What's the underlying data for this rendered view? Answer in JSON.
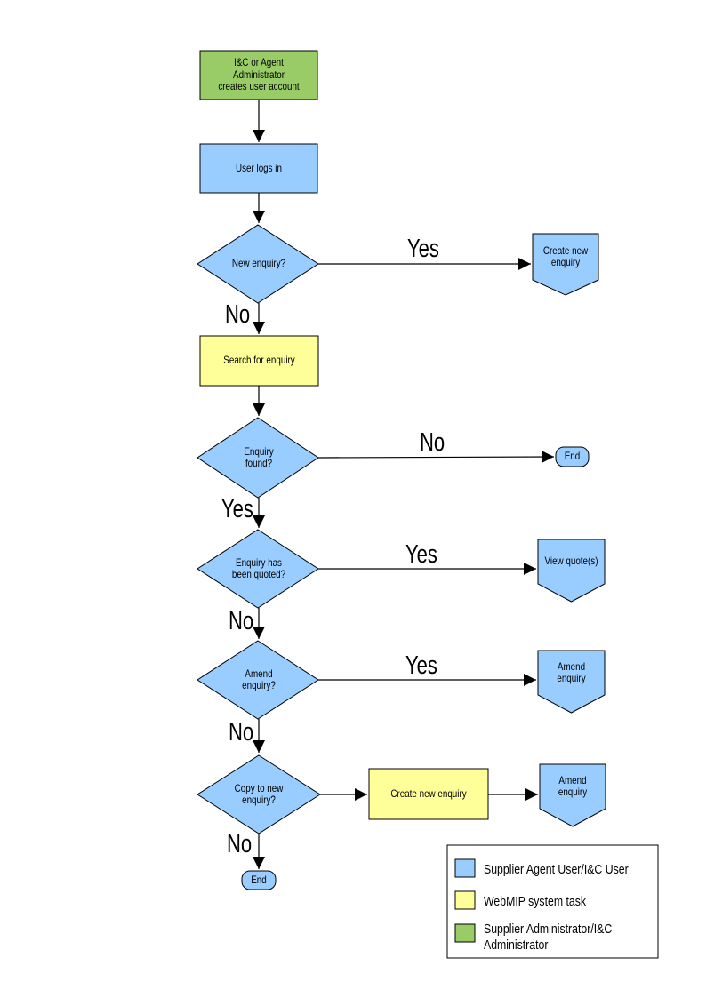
{
  "colors": {
    "user_task": "#99CCFF",
    "system_task": "#FFFF99",
    "admin_task": "#99CC66",
    "shape_border": "#000000",
    "legend_bg": "#FFFFFF"
  },
  "nodes": {
    "admin_creates_account": "I&C or Agent Administrator\ncreates user account",
    "user_logs_in": "User logs in",
    "new_enquiry_q": "New enquiry?",
    "create_new_enquiry": "Create new\nenquiry",
    "search_for_enquiry": "Search for enquiry",
    "enquiry_found_q": "Enquiry\nfound?",
    "end_1": "End",
    "enquiry_quoted_q": "Enquiry has\nbeen quoted?",
    "view_quotes": "View quote(s)",
    "amend_enquiry_q": "Amend\nenquiry?",
    "amend_enquiry": "Amend enquiry",
    "copy_to_new_enquiry_q": "Copy to new\nenquiry?",
    "create_new_enquiry_2": "Create new enquiry",
    "amend_enquiry_2": "Amend enquiry",
    "end_2": "End"
  },
  "edge_labels": {
    "new_enquiry_yes": "Yes",
    "new_enquiry_no": "No",
    "enquiry_found_no": "No",
    "enquiry_found_yes": "Yes",
    "quoted_yes": "Yes",
    "quoted_no": "No",
    "amend_yes": "Yes",
    "amend_no": "No",
    "copy_no": "No"
  },
  "legend": {
    "items": [
      {
        "swatch_color": "#99CCFF",
        "label": "Supplier Agent User/I&C User"
      },
      {
        "swatch_color": "#FFFF99",
        "label": "WebMIP system task"
      },
      {
        "swatch_color": "#99CC66",
        "label": "Supplier Administrator/I&C\nAdministrator"
      }
    ]
  }
}
